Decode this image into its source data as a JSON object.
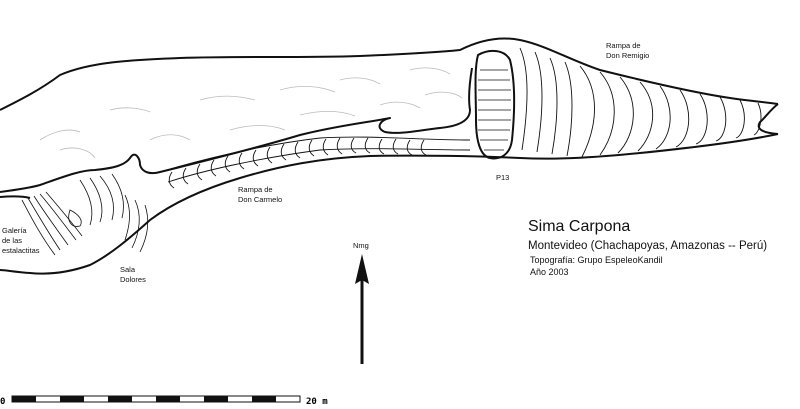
{
  "map": {
    "title": "Sima Carpona",
    "location": "Montevideo (Chachapoyas, Amazonas -- Perú)",
    "credit": "Topografía: Grupo EspeleoKandil",
    "year": "Año 2003",
    "north_label": "Nmg",
    "labels": {
      "rampa_remigio_1": "Rampa de",
      "rampa_remigio_2": "Don Remigio",
      "rampa_carmelo_1": "Rampa de",
      "rampa_carmelo_2": "Don Carmelo",
      "p13": "P13",
      "galeria_1": "Galería",
      "galeria_2": "de las",
      "galeria_3": "estalactitas",
      "sala_1": "Sala",
      "sala_2": "Dolores"
    },
    "scale": {
      "start": "0",
      "end": "20 m"
    },
    "colors": {
      "ink": "#111111",
      "shading": "#bbbbbb"
    }
  }
}
